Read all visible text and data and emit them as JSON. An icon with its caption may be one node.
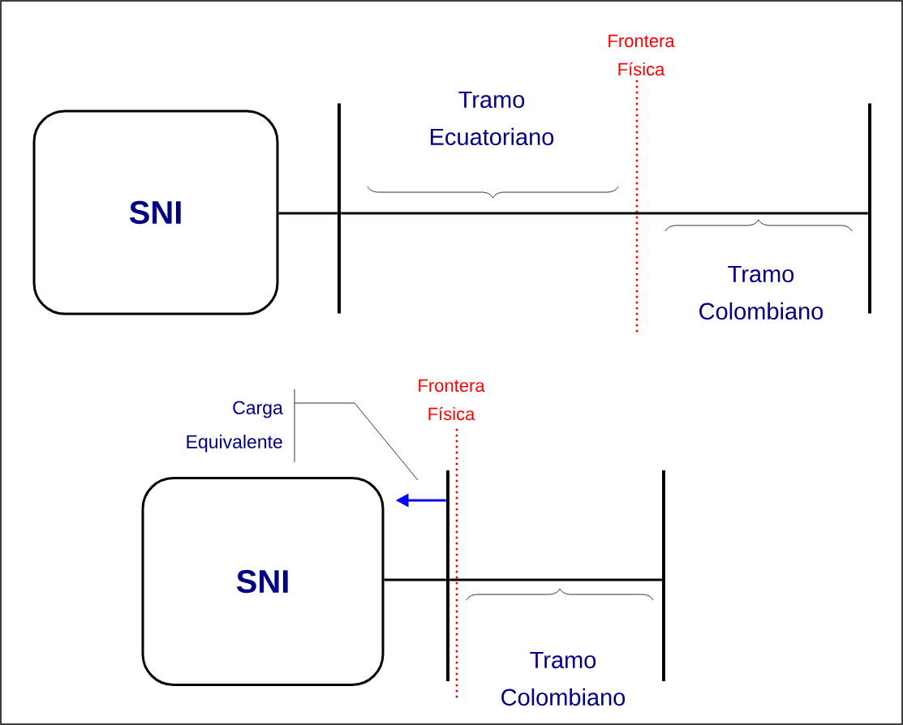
{
  "diagram": {
    "nodes": [
      {
        "text": [
          "SNI"
        ]
      },
      {
        "text": [],
        "shape": "bar"
      },
      {
        "text": [],
        "shape": "bar"
      },
      {
        "text": [
          "SNI"
        ]
      },
      {
        "text": [],
        "shape": "bar"
      },
      {
        "text": [],
        "shape": "bar"
      },
      {
        "text": [
          "Carga Equivalente"
        ]
      }
    ],
    "edges": [
      {
        "from": 0,
        "to": 1,
        "arrow": "none"
      },
      {
        "from": 1,
        "to": 2,
        "arrow": "none"
      },
      {
        "from": 3,
        "to": 4,
        "arrow": "none"
      },
      {
        "from": 4,
        "to": 5,
        "arrow": "none"
      },
      {
        "from": 4,
        "to": 3,
        "arrow": "to",
        "color": "#0000ff"
      },
      {
        "from": 6,
        "to": null,
        "arrow": "none"
      }
    ],
    "labels": [
      "Frontera Física",
      "Tramo Ecuatoriano",
      "Tramo Colombiano",
      "Frontera Física",
      "Tramo Colombiano"
    ]
  }
}
